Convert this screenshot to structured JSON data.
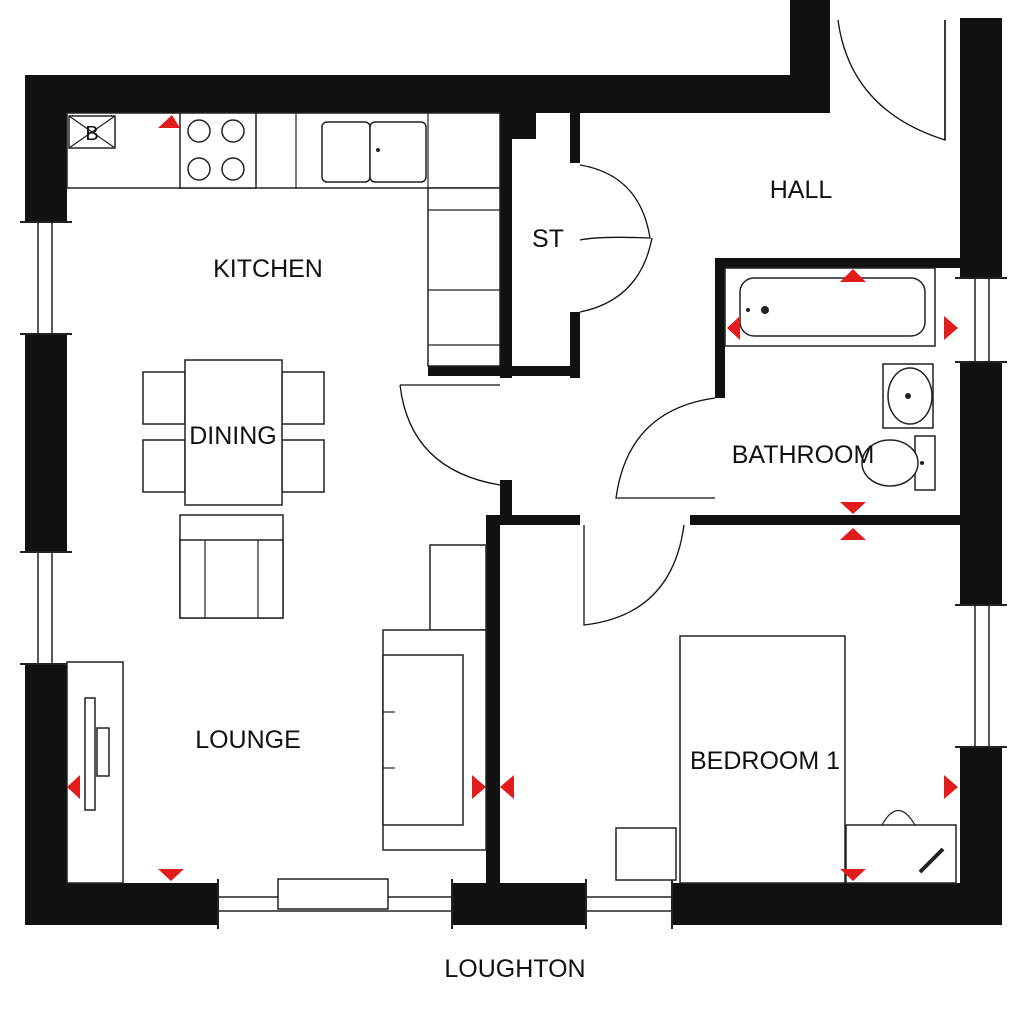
{
  "labels": {
    "kitchen": "KITCHEN",
    "dining": "DINING",
    "lounge": "LOUNGE",
    "storage": "ST",
    "hall": "HALL",
    "bathroom": "BATHROOM",
    "bedroom": "BEDROOM 1",
    "caption": "LOUGHTON",
    "boiler": "B"
  },
  "colors": {
    "wall": "#111111",
    "marker": "#e21b1b",
    "line": "#222222"
  }
}
